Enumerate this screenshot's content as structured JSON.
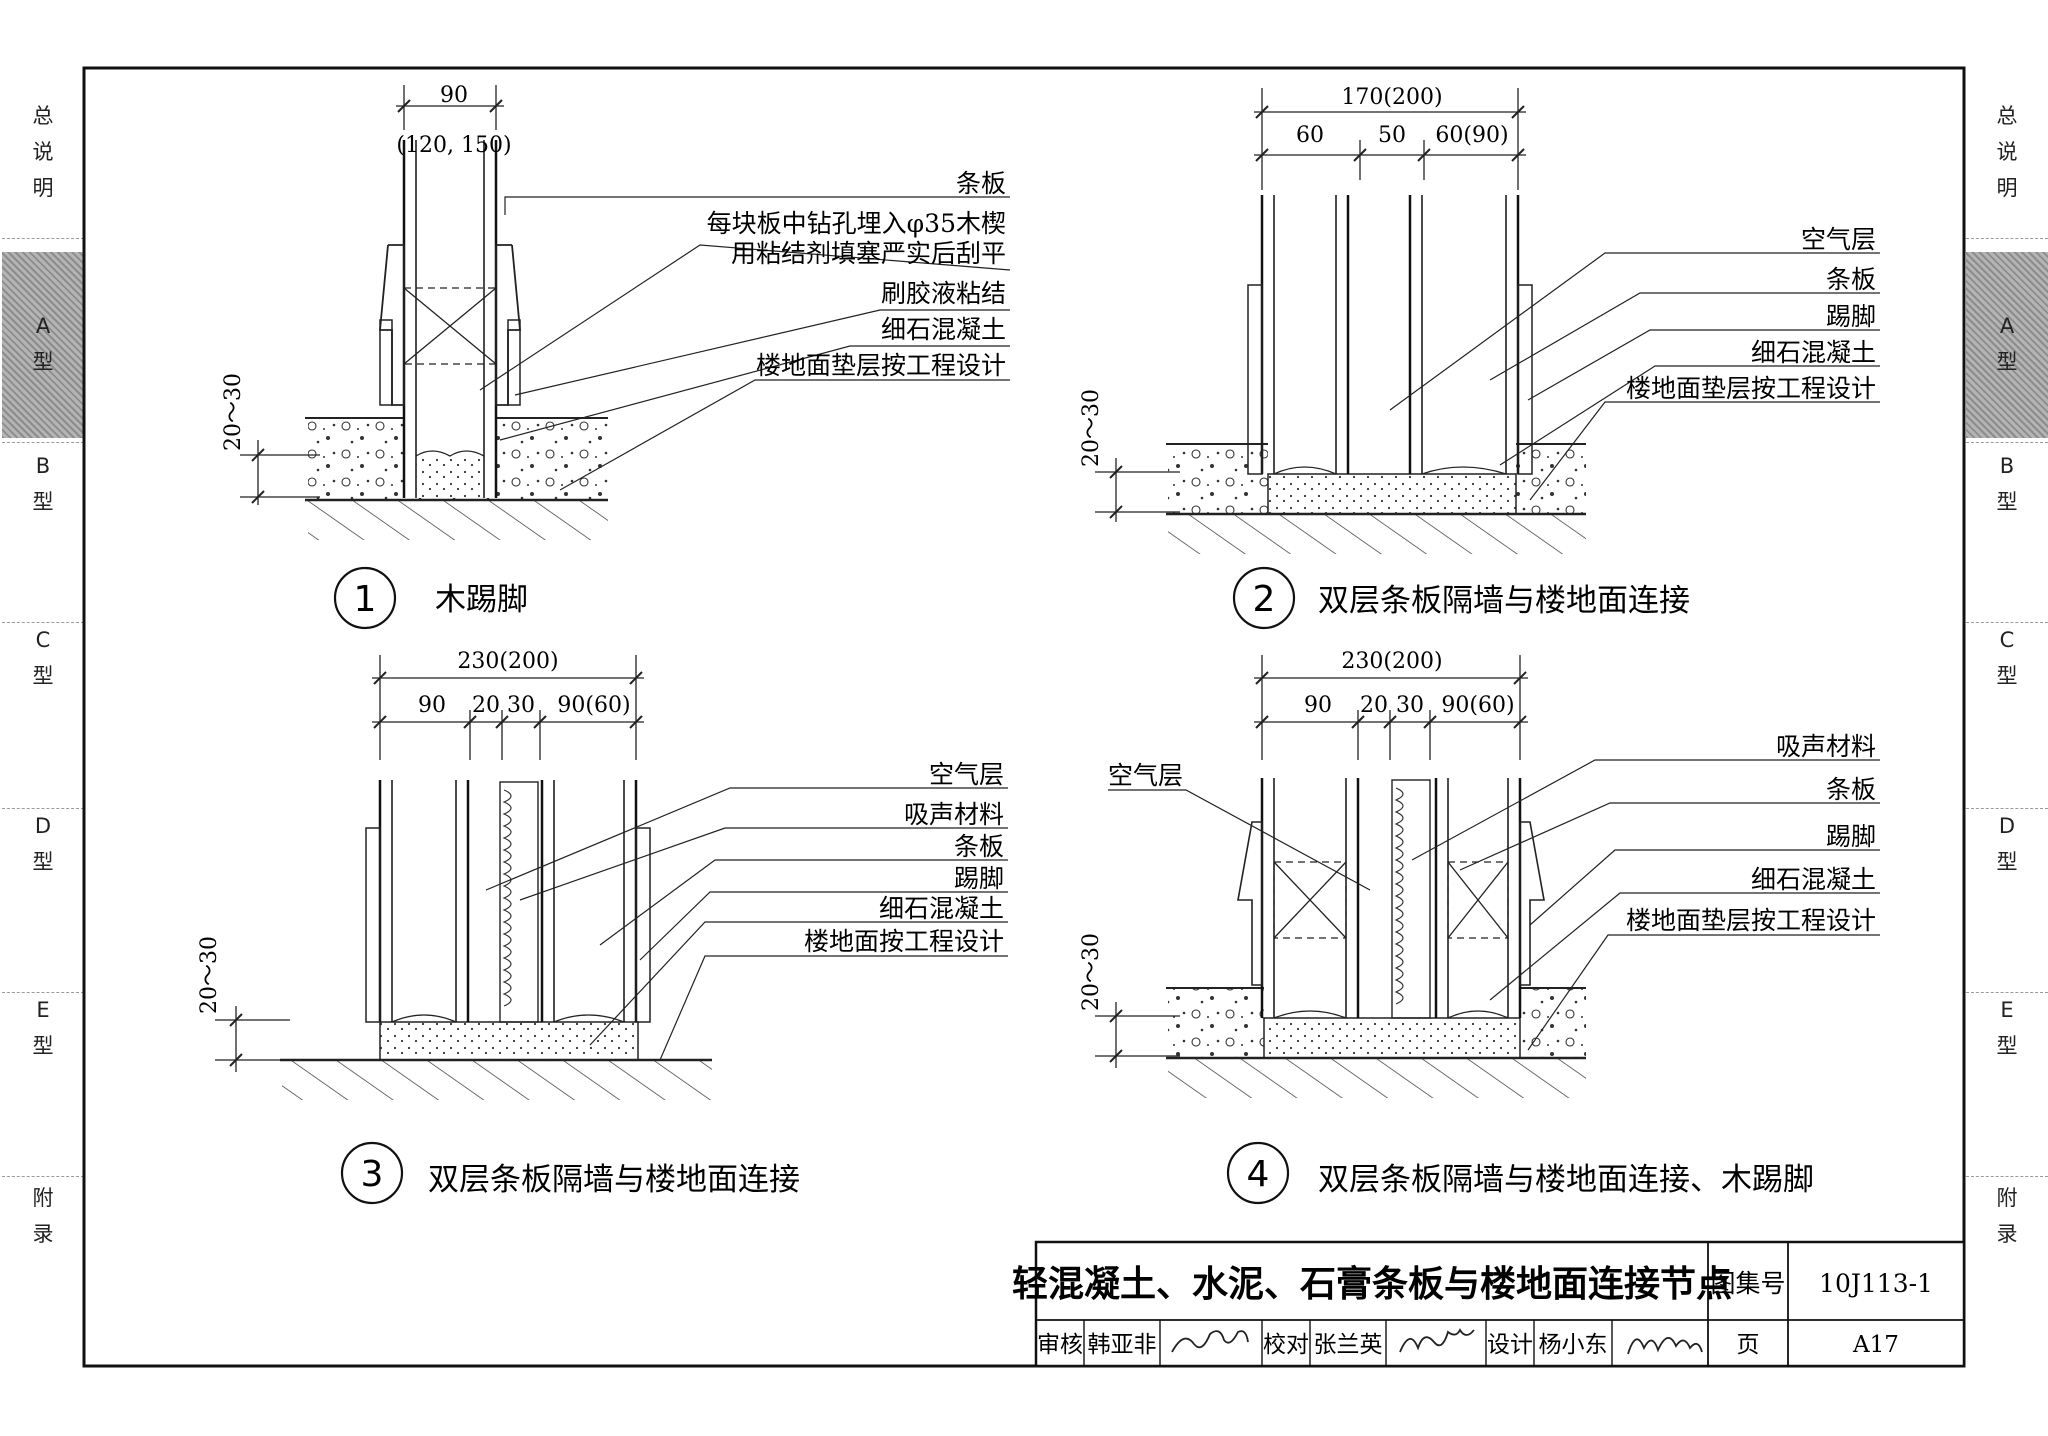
{
  "side_nav_left": [
    {
      "label": "总说明",
      "active": false
    },
    {
      "label": "A型",
      "active": true
    },
    {
      "label": "B型",
      "active": false
    },
    {
      "label": "C型",
      "active": false
    },
    {
      "label": "D型",
      "active": false
    },
    {
      "label": "E型",
      "active": false
    },
    {
      "label": "附录",
      "active": false
    }
  ],
  "side_nav_right": [
    {
      "label": "总说明",
      "active": false
    },
    {
      "label": "A型",
      "active": true
    },
    {
      "label": "B型",
      "active": false
    },
    {
      "label": "C型",
      "active": false
    },
    {
      "label": "D型",
      "active": false
    },
    {
      "label": "E型",
      "active": false
    },
    {
      "label": "附录",
      "active": false
    }
  ],
  "details": [
    {
      "number": "1",
      "title": "木踢脚",
      "dims": {
        "top": "90",
        "top_alt": "(120, 150)",
        "height": "20～30"
      },
      "labels": [
        "条板",
        "每块板中钻孔埋入φ35木楔",
        "用粘结剂填塞严实后刮平",
        "刷胶液粘结",
        "细石混凝土",
        "楼地面垫层按工程设计"
      ]
    },
    {
      "number": "2",
      "title": "双层条板隔墙与楼地面连接",
      "dims": {
        "total": "170(200)",
        "a": "60",
        "b": "50",
        "c": "60(90)",
        "height": "20～30"
      },
      "labels": [
        "空气层",
        "条板",
        "踢脚",
        "细石混凝土",
        "楼地面垫层按工程设计"
      ]
    },
    {
      "number": "3",
      "title": "双层条板隔墙与楼地面连接",
      "dims": {
        "total": "230(200)",
        "a": "90",
        "b": "20",
        "c": "30",
        "d": "90(60)",
        "height": "20～30"
      },
      "labels": [
        "空气层",
        "吸声材料",
        "条板",
        "踢脚",
        "细石混凝土",
        "楼地面按工程设计"
      ]
    },
    {
      "number": "4",
      "title": "双层条板隔墙与楼地面连接、木踢脚",
      "dims": {
        "total": "230(200)",
        "a": "90",
        "b": "20",
        "c": "30",
        "d": "90(60)",
        "height": "20～30"
      },
      "labels": [
        "空气层",
        "吸声材料",
        "条板",
        "踢脚",
        "细石混凝土",
        "楼地面垫层按工程设计"
      ]
    }
  ],
  "title_block": {
    "title": "轻混凝土、水泥、石膏条板与楼地面连接节点",
    "atlas_label": "图集号",
    "atlas_no": "10J113-1",
    "review_label": "审核",
    "reviewer": "韩亚非",
    "check_label": "校对",
    "checker": "张兰英",
    "design_label": "设计",
    "designer": "杨小东",
    "page_label": "页",
    "page_no": "A17"
  }
}
